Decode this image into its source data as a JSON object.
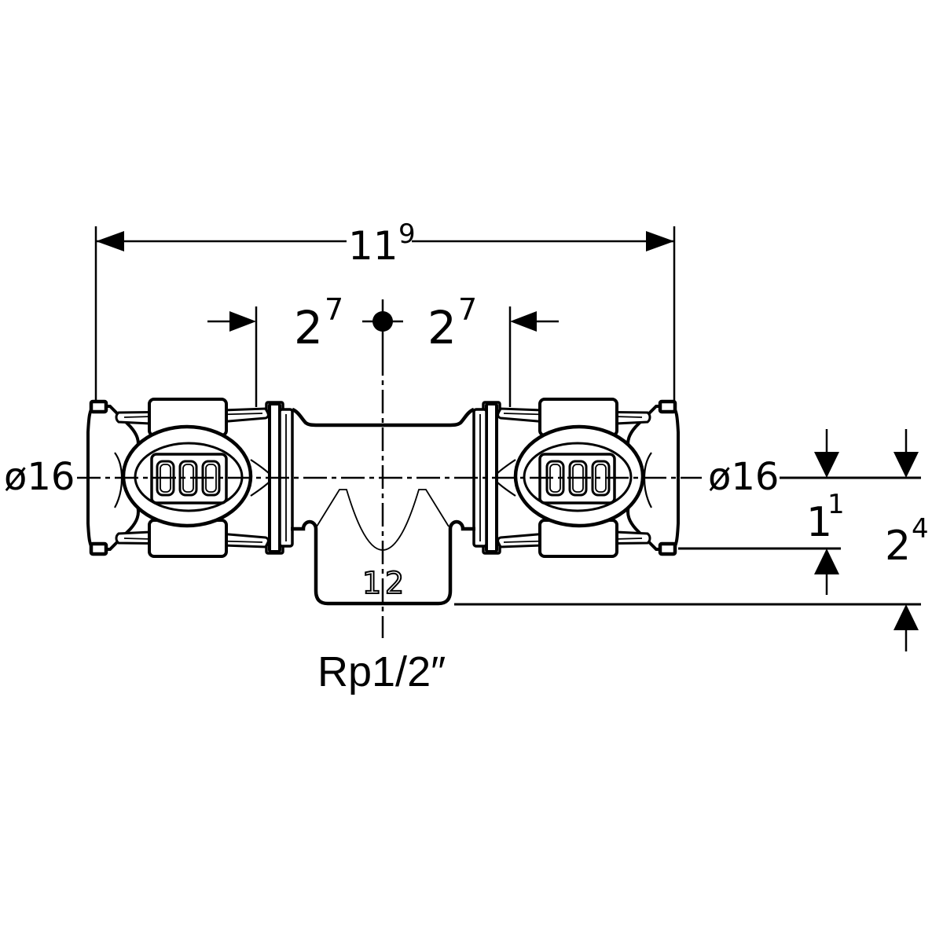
{
  "drawing": {
    "background_color": "#ffffff",
    "line_color": "#000000",
    "labels": {
      "overall_width": {
        "main": "11",
        "sup": "9"
      },
      "offset_left": {
        "main": "2",
        "sup": "7"
      },
      "offset_right": {
        "main": "2",
        "sup": "7"
      },
      "diameter_left": "ø16",
      "diameter_right": "ø16",
      "axis_to_body_bottom": {
        "main": "1",
        "sup": "1"
      },
      "axis_to_branch_bottom": {
        "main": "2",
        "sup": "4"
      },
      "branch_thread": "Rp1/2″",
      "body_marking": {
        "digit1": "1",
        "digit2": "2"
      }
    }
  }
}
